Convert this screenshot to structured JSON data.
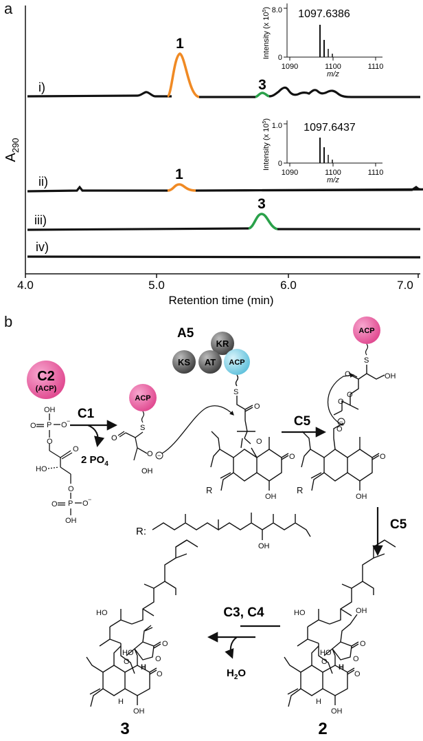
{
  "panel_a": {
    "letter": "a",
    "ylabel_main": "A",
    "ylabel_sub": "290",
    "xlabel": "Retention time (min)",
    "xticks": [
      "4.0",
      "5.0",
      "6.0",
      "7.0"
    ],
    "traces": [
      "i)",
      "ii)",
      "iii)",
      "iv)"
    ],
    "peak_labels": {
      "p1_top": "1",
      "p3_top": "3",
      "p1_ii": "1",
      "p3_iii": "3"
    },
    "inset1": {
      "ylabel": "Intensity (x 10",
      "ylabel_exp": "5",
      "ylabel_close": ")",
      "ytop": "8.0",
      "yzero": "0",
      "mass": "1097.6386",
      "xticks": [
        "1090",
        "1100",
        "1110"
      ],
      "xlabel": "m/z"
    },
    "inset2": {
      "ylabel": "Intensity (x 10",
      "ylabel_exp": "5",
      "ylabel_close": ")",
      "ytop": "1.0",
      "yzero": "0",
      "mass": "1097.6437",
      "xticks": [
        "1090",
        "1100",
        "1110"
      ],
      "xlabel": "m/z"
    },
    "colors": {
      "peak1": "#f08a24",
      "peak3": "#2aa14a",
      "trace": "#111111"
    }
  },
  "panel_b": {
    "letter": "b",
    "c2_label": "C2",
    "c2_sub": "(ACP)",
    "arrow_c1": "C1",
    "po4": "2 PO",
    "po4_sub": "4",
    "module": "A5",
    "domains": {
      "kr": "KR",
      "ks": "KS",
      "at": "AT",
      "acp": "ACP"
    },
    "acp": "ACP",
    "arrow_c5_right": "C5",
    "arrow_c5_down": "C5",
    "arrow_c3c4": "C3, C4",
    "water": "H",
    "water_sub": "2",
    "water_end": "O",
    "r_label": "R:",
    "atoms": {
      "oh": "OH",
      "o": "O",
      "s": "S",
      "p": "P",
      "ho": "HO",
      "h": "H",
      "o_minus": "O"
    },
    "compound3": "3",
    "compound2": "2",
    "colors": {
      "acp_pink": "#e8559a",
      "acp_cyan": "#6cc8e0",
      "sphere_grey": "#555555"
    }
  }
}
